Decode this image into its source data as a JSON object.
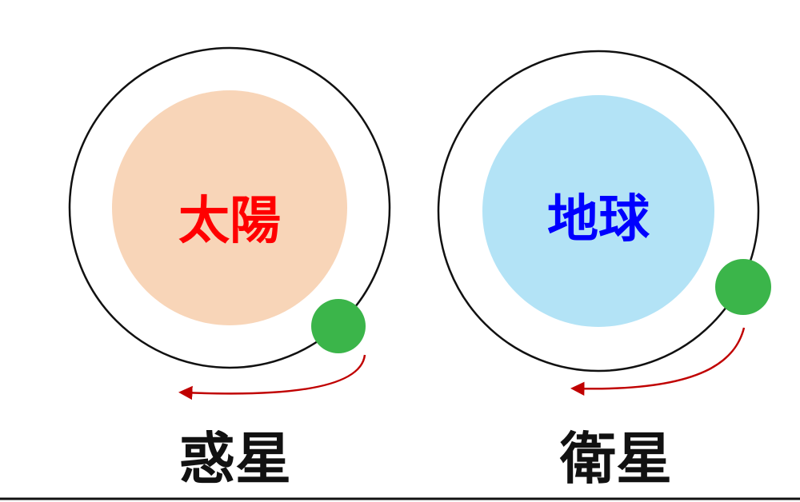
{
  "colors": {
    "sun_fill": "#F8D5B8",
    "earth_fill": "#B3E3F6",
    "body_dot": "#3BB54A",
    "orbit_line": "#111111",
    "arrow": "#C00000",
    "sun_text": "#FF0000",
    "earth_text": "#0000FF",
    "caption_text": "#111111",
    "bottom_rule": "#111111"
  },
  "left": {
    "center_label": "太陽",
    "caption": "惑星"
  },
  "right": {
    "center_label": "地球",
    "caption": "衛星"
  }
}
